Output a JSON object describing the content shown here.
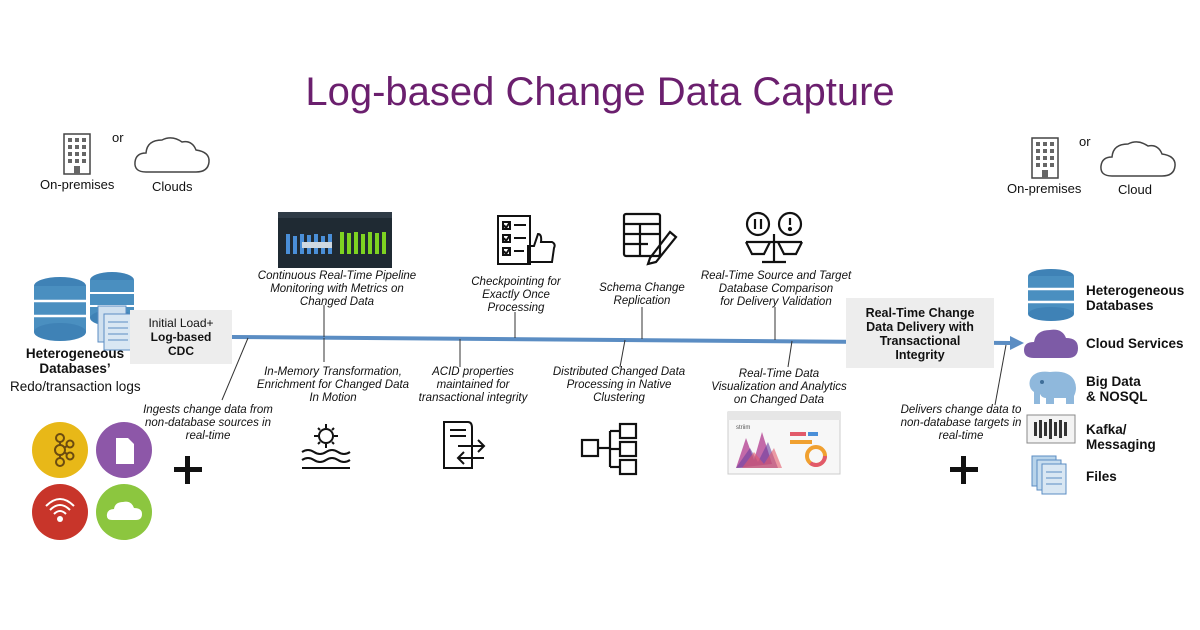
{
  "title": "Log-based Change Data Capture",
  "source": {
    "onprem_label": "On-premises",
    "or_label": "or",
    "cloud_label": "Clouds",
    "db_title": "Heterogeneous Databases’",
    "db_sub": "Redo/transaction logs",
    "initial_load_line1": "Initial Load+",
    "initial_load_line2": "Log-based",
    "initial_load_line3": "CDC",
    "ingest_note_l1": "Ingests change data from",
    "ingest_note_l2": "non-database sources in",
    "ingest_note_l3": "real-time"
  },
  "target": {
    "onprem_label": "On-premises",
    "or_label": "or",
    "cloud_label": "Cloud",
    "delivery_l1": "Real-Time Change",
    "delivery_l2": "Data Delivery with",
    "delivery_l3": "Transactional",
    "delivery_l4": "Integrity",
    "deliver_note_l1": "Delivers change data to",
    "deliver_note_l2": "non-database targets in",
    "deliver_note_l3": "real-time",
    "items": [
      {
        "l1": "Heterogeneous",
        "l2": "Databases",
        "icon": "database-icon"
      },
      {
        "l1": "Cloud Services",
        "l2": "",
        "icon": "cloud-icon"
      },
      {
        "l1": "Big Data",
        "l2": "& NOSQL",
        "icon": "elephant-icon"
      },
      {
        "l1": "Kafka/",
        "l2": "Messaging",
        "icon": "kafka-icon"
      },
      {
        "l1": "Files",
        "l2": "",
        "icon": "files-icon"
      }
    ]
  },
  "features_top": [
    {
      "l1": "Continuous Real-Time Pipeline",
      "l2": "Monitoring with Metrics on",
      "l3": "Changed Data"
    },
    {
      "l1": "Checkpointing for",
      "l2": "Exactly Once",
      "l3": "Processing"
    },
    {
      "l1": "Schema Change",
      "l2": "Replication",
      "l3": ""
    },
    {
      "l1": "Real-Time Source and Target",
      "l2": "Database Comparison",
      "l3": "for Delivery Validation"
    }
  ],
  "features_bottom": [
    {
      "l1": "In-Memory Transformation,",
      "l2": "Enrichment for Changed Data",
      "l3": "In Motion"
    },
    {
      "l1": "ACID properties",
      "l2": "maintained for",
      "l3": "transactional integrity"
    },
    {
      "l1": "Distributed  Changed Data",
      "l2": "Processing in Native",
      "l3": "Clustering"
    },
    {
      "l1": "Real-Time Data",
      "l2": "Visualization and Analytics",
      "l3": "on Changed Data"
    }
  ],
  "dashboard_logo": "striim",
  "colors": {
    "title": "#6b1f6e",
    "flow": "#5b8dc3",
    "db_blue": "#4a8fc0",
    "cloud_purple": "#7d5ba6",
    "circle_yellow": "#e8b818",
    "circle_purple": "#8d57a8",
    "circle_red": "#c8352a",
    "circle_green": "#8cc63f"
  }
}
